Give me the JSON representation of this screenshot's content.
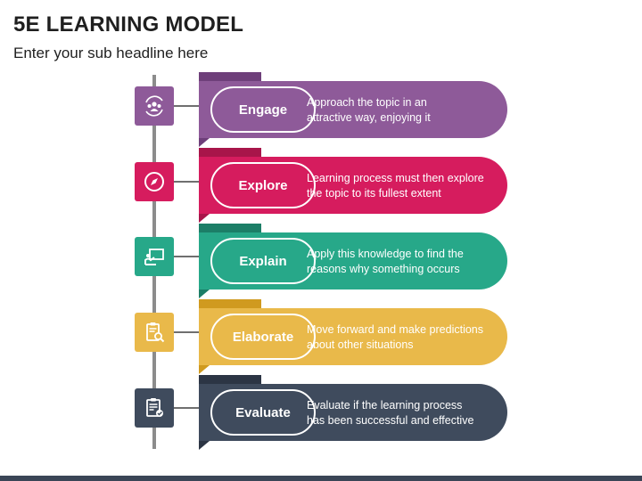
{
  "header": {
    "title": "5E LEARNING MODEL",
    "subtitle": "Enter your sub headline here"
  },
  "steps": [
    {
      "label": "Engage",
      "line1": "Approach the topic in an",
      "line2": "attractive way, enjoying it",
      "icon": "people-cycle-icon",
      "color": "#8e5a99",
      "dark": "#6e3f7a"
    },
    {
      "label": "Explore",
      "line1": "Learning process must then explore",
      "line2": "the topic to its fullest extent",
      "icon": "compass-icon",
      "color": "#d61c5e",
      "dark": "#a8154a"
    },
    {
      "label": "Explain",
      "line1": "Apply this knowledge to find the",
      "line2": "reasons why something occurs",
      "icon": "presentation-board-icon",
      "color": "#27a889",
      "dark": "#1c7e67"
    },
    {
      "label": "Elaborate",
      "line1": "Move forward and make predictions",
      "line2": "about other situations",
      "icon": "clipboard-search-icon",
      "color": "#e9b94a",
      "dark": "#d09a1f"
    },
    {
      "label": "Evaluate",
      "line1": "Evaluate if the learning process",
      "line2": "has been successful and effective",
      "icon": "clipboard-check-icon",
      "color": "#3f4b5d",
      "dark": "#2c3544"
    }
  ]
}
